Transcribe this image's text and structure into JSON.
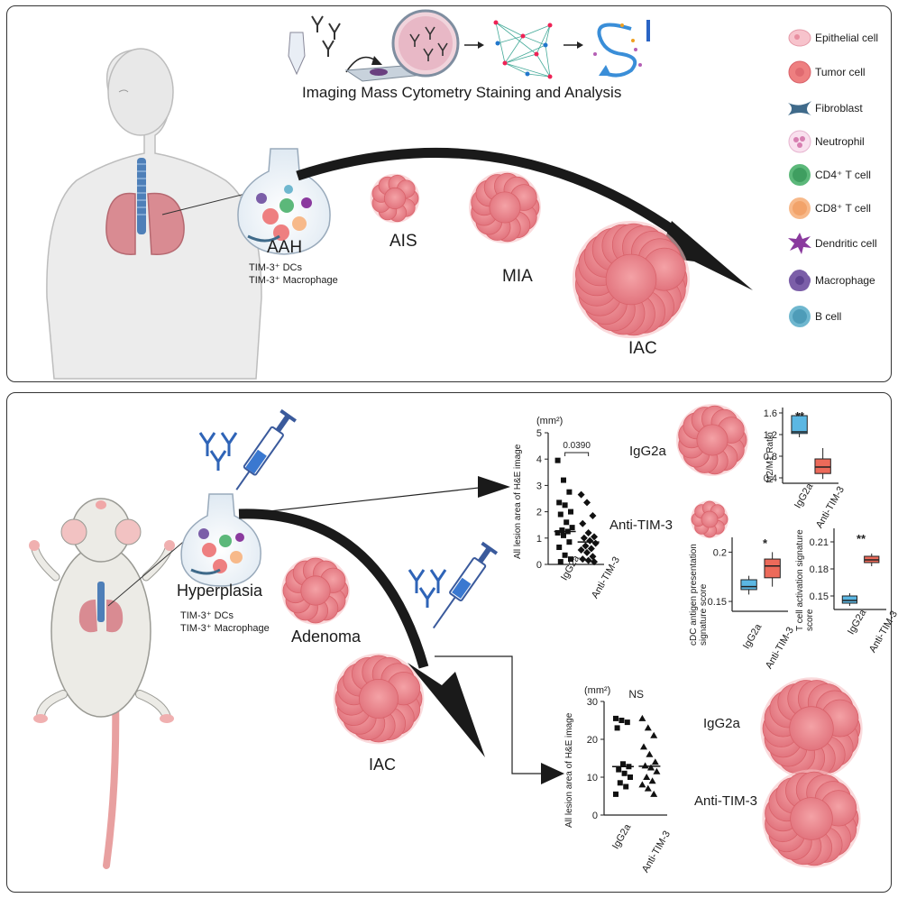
{
  "workflow_title": "Imaging Mass Cytometry Staining and Analysis",
  "top_stages": [
    "AAH",
    "AIS",
    "MIA",
    "IAC"
  ],
  "top_aah_markers": [
    "TIM-3⁺ DCs",
    "TIM-3⁺ Macrophage"
  ],
  "legend": [
    {
      "label": "Epithelial cell",
      "icon": "epithelial-cell-icon",
      "color": "#f7c3cc"
    },
    {
      "label": "Tumor cell",
      "icon": "tumor-cell-icon",
      "color": "#ee7f80"
    },
    {
      "label": "Fibroblast",
      "icon": "fibroblast-icon",
      "color": "#3f6a8a"
    },
    {
      "label": "Neutrophil",
      "icon": "neutrophil-icon",
      "color": "#f3c6e0"
    },
    {
      "label": "CD4⁺ T cell",
      "icon": "cd4-t-cell-icon",
      "color": "#5cb87a"
    },
    {
      "label": "CD8⁺ T cell",
      "icon": "cd8-t-cell-icon",
      "color": "#f7b98a"
    },
    {
      "label": "Dendritic cell",
      "icon": "dendritic-cell-icon",
      "color": "#8a3a9e"
    },
    {
      "label": "Macrophage",
      "icon": "macrophage-icon",
      "color": "#7b5ea8"
    },
    {
      "label": "B cell",
      "icon": "b-cell-icon",
      "color": "#6fb7cf"
    }
  ],
  "bottom_stages": {
    "hyperplasia": "Hyperplasia",
    "adenoma": "Adenoma",
    "iac": "IAC"
  },
  "bottom_markers": [
    "TIM-3⁺ DCs",
    "TIM-3⁺ Macrophage"
  ],
  "groups": {
    "igg2a": "IgG2a",
    "anti_tim3": "Anti-TIM-3"
  },
  "colors": {
    "igg2a": "#5bb7e3",
    "anti_tim3": "#ec6a5a",
    "tumor": "#ee8a8d",
    "tumor_dark": "#d9626a",
    "arrow": "#1a1a1a"
  },
  "chart_data": [
    {
      "type": "scatter",
      "unit": "(mm²)",
      "ylabel": "All lesion area of H&E image",
      "categories": [
        "IgG2a",
        "Anti-TIM-3"
      ],
      "ylim": [
        0,
        5
      ],
      "yticks": [
        0,
        1,
        2,
        3,
        4,
        5
      ],
      "annotation": "0.0390",
      "series": [
        {
          "name": "IgG2a",
          "marker": "square",
          "median": 1.25,
          "values": [
            3.95,
            3.2,
            2.75,
            2.35,
            2.25,
            2.0,
            1.9,
            1.6,
            1.4,
            1.3,
            1.25,
            1.2,
            1.1,
            0.85,
            0.65,
            0.35,
            0.2,
            0.1
          ]
        },
        {
          "name": "Anti-TIM-3",
          "marker": "diamond",
          "median": 0.85,
          "values": [
            2.65,
            2.35,
            1.85,
            1.55,
            1.2,
            1.05,
            1.0,
            0.9,
            0.8,
            0.7,
            0.6,
            0.55,
            0.45,
            0.3,
            0.2,
            0.15,
            0.1
          ]
        }
      ]
    },
    {
      "type": "box",
      "ylabel": "M2/M1 Ratio",
      "categories": [
        "IgG2a",
        "Anti-TIM-3"
      ],
      "ylim": [
        0.3,
        1.7
      ],
      "yticks": [
        0.4,
        0.8,
        1.2,
        1.6
      ],
      "annotation": "**",
      "boxes": [
        {
          "name": "IgG2a",
          "min": 1.15,
          "q1": 1.22,
          "median": 1.25,
          "q3": 1.55,
          "max": 1.6
        },
        {
          "name": "Anti-TIM-3",
          "min": 0.38,
          "q1": 0.48,
          "median": 0.6,
          "q3": 0.75,
          "max": 0.95
        }
      ]
    },
    {
      "type": "box",
      "ylabel": "cDC antigen presentation signature score",
      "categories": [
        "IgG2a",
        "Anti-TIM-3"
      ],
      "ylim": [
        0.14,
        0.215
      ],
      "yticks": [
        0.15,
        0.2
      ],
      "annotation": "*",
      "boxes": [
        {
          "name": "IgG2a",
          "min": 0.157,
          "q1": 0.162,
          "median": 0.165,
          "q3": 0.172,
          "max": 0.176
        },
        {
          "name": "Anti-TIM-3",
          "min": 0.165,
          "q1": 0.174,
          "median": 0.186,
          "q3": 0.193,
          "max": 0.2
        }
      ]
    },
    {
      "type": "box",
      "ylabel": "T cell activation signature score",
      "categories": [
        "IgG2a",
        "Anti-TIM-3"
      ],
      "ylim": [
        0.135,
        0.225
      ],
      "yticks": [
        0.15,
        0.18,
        0.21
      ],
      "annotation": "**",
      "boxes": [
        {
          "name": "IgG2a",
          "min": 0.139,
          "q1": 0.142,
          "median": 0.145,
          "q3": 0.15,
          "max": 0.153
        },
        {
          "name": "Anti-TIM-3",
          "min": 0.183,
          "q1": 0.187,
          "median": 0.19,
          "q3": 0.194,
          "max": 0.197
        }
      ]
    },
    {
      "type": "scatter",
      "unit": "(mm²)",
      "ylabel": "All lesion area of H&E image",
      "categories": [
        "IgG2a",
        "Anti-TIM-3"
      ],
      "ylim": [
        0,
        30
      ],
      "yticks": [
        0,
        10,
        20,
        30
      ],
      "annotation": "NS",
      "series": [
        {
          "name": "IgG2a",
          "marker": "square",
          "median": 12.8,
          "values": [
            25.5,
            25.0,
            24.5,
            23.0,
            13.5,
            12.8,
            12.0,
            11.0,
            10.0,
            8.5,
            7.5,
            5.5
          ]
        },
        {
          "name": "Anti-TIM-3",
          "marker": "triangle",
          "median": 12.9,
          "values": [
            25.5,
            23.0,
            21.0,
            18.0,
            16.0,
            14.0,
            13.0,
            12.5,
            11.5,
            10.0,
            9.0,
            8.0,
            7.0,
            5.5
          ]
        }
      ]
    }
  ]
}
